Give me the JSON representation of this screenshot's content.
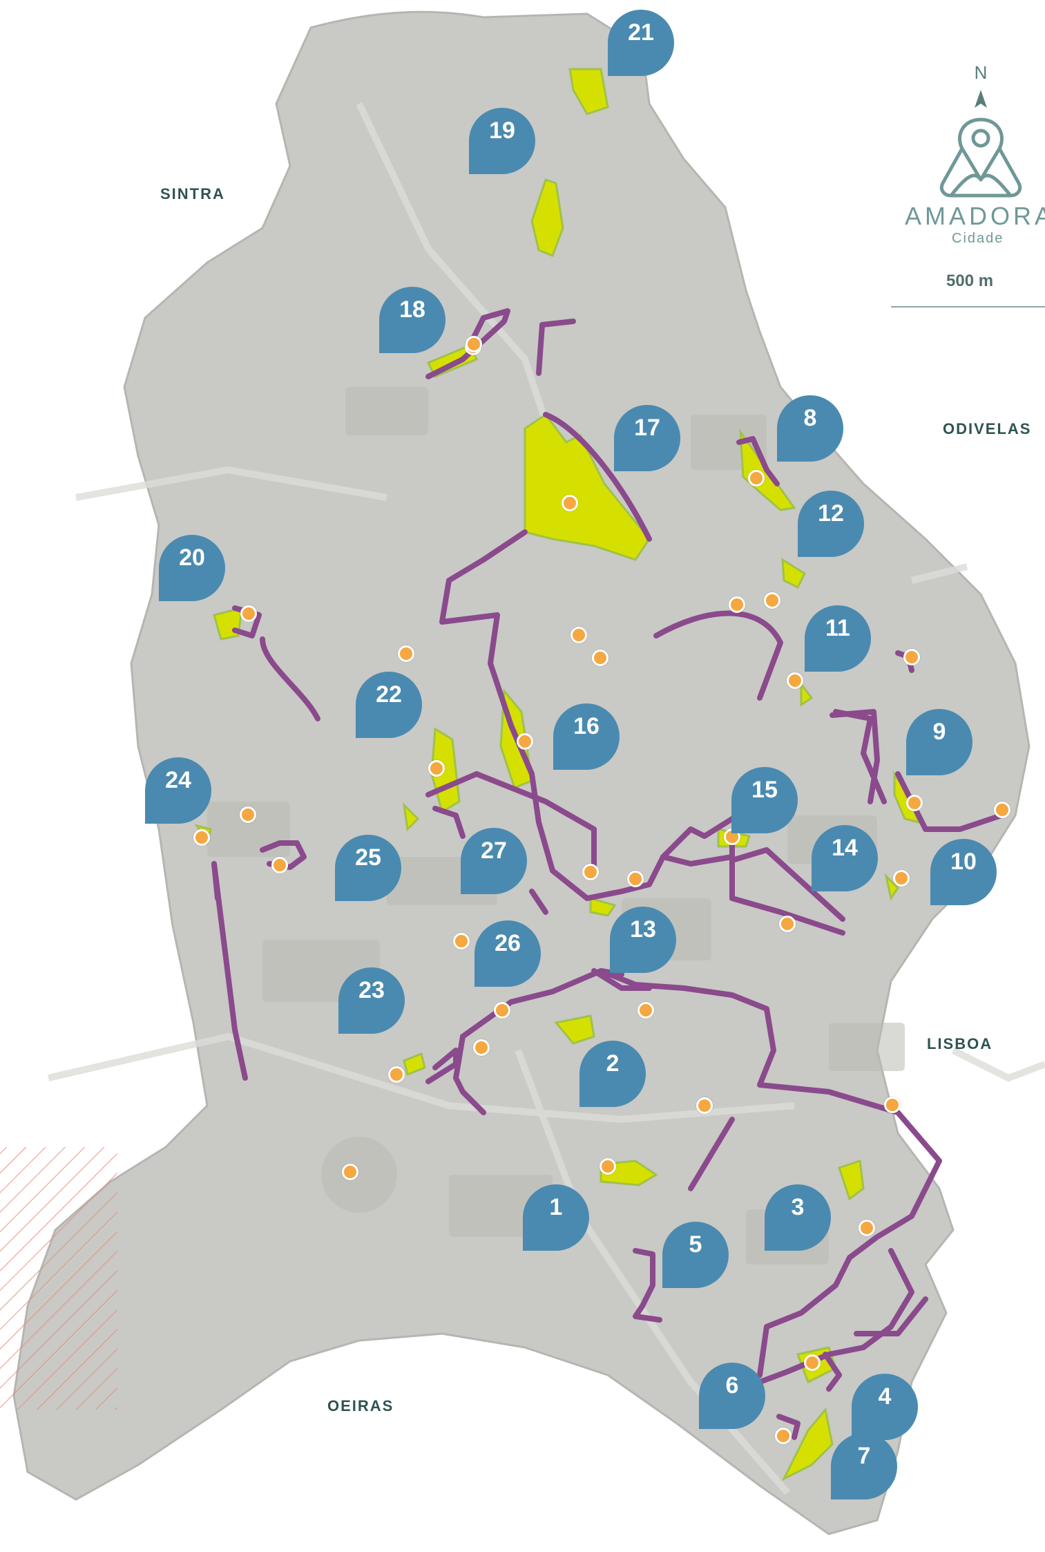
{
  "legend": {
    "north": "N",
    "logo_name": "AMADORA",
    "logo_sub": "Cidade",
    "scale": "500 m"
  },
  "regions": {
    "sintra": "SINTRA",
    "odivelas": "ODIVELAS",
    "lisboa": "LISBOA",
    "oeiras": "OEIRAS"
  },
  "markers": [
    "1",
    "2",
    "3",
    "4",
    "5",
    "6",
    "7",
    "8",
    "9",
    "10",
    "11",
    "12",
    "13",
    "14",
    "15",
    "16",
    "17",
    "18",
    "19",
    "20",
    "21",
    "22",
    "23",
    "24",
    "25",
    "26",
    "27"
  ],
  "colors": {
    "marker": "#4a8ab0",
    "path": "#8a4a8c",
    "park": "#d6e000",
    "poi": "#f5a740",
    "land": "#c9c9c6",
    "label": "#2f5352"
  }
}
